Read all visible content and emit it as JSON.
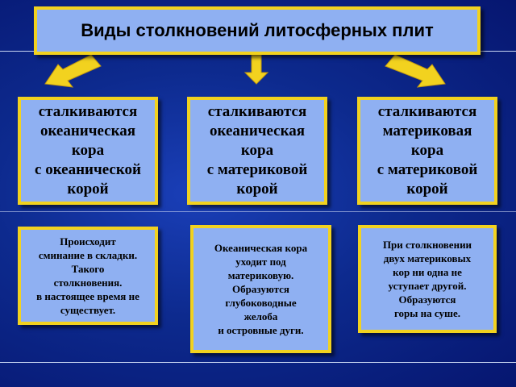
{
  "title": "Виды столкновений литосферных плит",
  "types": [
    {
      "heading": "сталкиваются\nокеаническая\nкора\nс океанической\nкорой",
      "description": "Происходит\nсминание в складки.\nТакого\nстолкновения.\nв настоящее время не\nсуществует."
    },
    {
      "heading": "сталкиваются\nокеаническая\nкора\nс материковой\nкорой",
      "description": "Океаническая кора\nуходит под\nматериковую.\nОбразуются\nглубоководные\nжелоба\nи островные дуги."
    },
    {
      "heading": "сталкиваются\nматериковая\nкора\nс материковой\nкорой",
      "description": "При столкновении\nдвух материковых\nкор ни одна не\nуступает другой.\nОбразуются\nгоры на суше."
    }
  ],
  "colors": {
    "background": "#0d2a8e",
    "box_fill": "#8fb0f2",
    "box_border": "#f2d21f",
    "arrow": "#f2d21f"
  }
}
